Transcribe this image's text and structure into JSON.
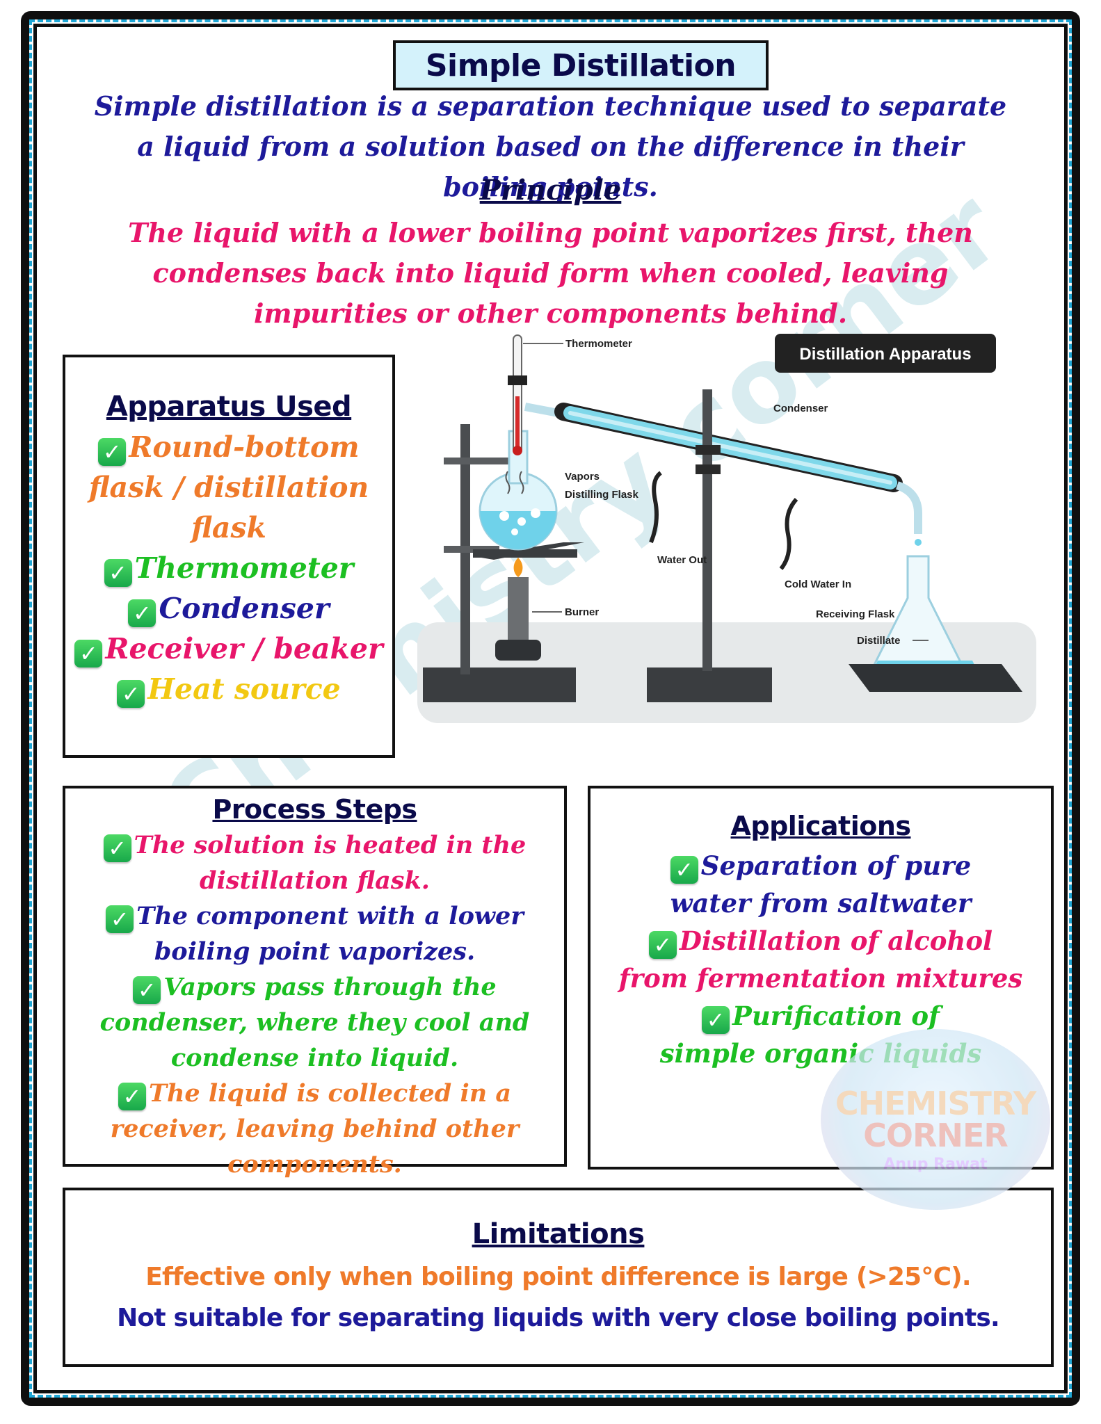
{
  "title": "Simple Distillation",
  "intro": "Simple distillation is a separation technique used to separate a liquid from a solution based on the difference in their boiling points.",
  "principle": {
    "heading": "Principle",
    "text": "The liquid with a lower boiling point vaporizes first, then condenses back into liquid form when cooled, leaving impurities or other components behind."
  },
  "apparatus": {
    "heading": "Apparatus Used",
    "items": [
      "Round-bottom flask / distillation flask",
      "Thermometer",
      "Condenser",
      "Receiver / beaker",
      "Heat source"
    ]
  },
  "diagram": {
    "title": "Distillation Apparatus",
    "labels": {
      "thermometer": "Thermometer",
      "condenser": "Condenser",
      "vapors": "Vapors",
      "distilling_flask": "Distilling Flask",
      "water_out": "Water Out",
      "cold_water_in": "Cold Water In",
      "burner": "Burner",
      "receiving_flask": "Receiving Flask",
      "distillate": "Distillate"
    }
  },
  "process": {
    "heading": "Process Steps",
    "steps": [
      "The solution is heated in the distillation flask.",
      "The component with a lower boiling point vaporizes.",
      "Vapors pass through the condenser, where they cool and condense into liquid.",
      "The liquid is collected in a receiver, leaving behind other components."
    ]
  },
  "applications": {
    "heading": "Applications",
    "items": [
      "Separation of pure water from saltwater",
      "Distillation of alcohol from fermentation mixtures",
      "Purification of simple organic liquids"
    ]
  },
  "limitations": {
    "heading": "Limitations",
    "line1": "Effective only when boiling point difference is large (>25°C).",
    "line2": "Not suitable for separating liquids with very close boiling points."
  },
  "watermark": "Chemistry corner",
  "badge": {
    "line1": "CHEMISTRY",
    "line2": "CORNER",
    "line3": "Anup Rawat"
  },
  "icons": {
    "check": "check-icon"
  },
  "colors": {
    "intro": "#1d1a9a",
    "principle": "#e8156a",
    "title_bg": "#d4f2fb",
    "dashed_border": "#1fa7d6",
    "check": "#18a84a"
  }
}
